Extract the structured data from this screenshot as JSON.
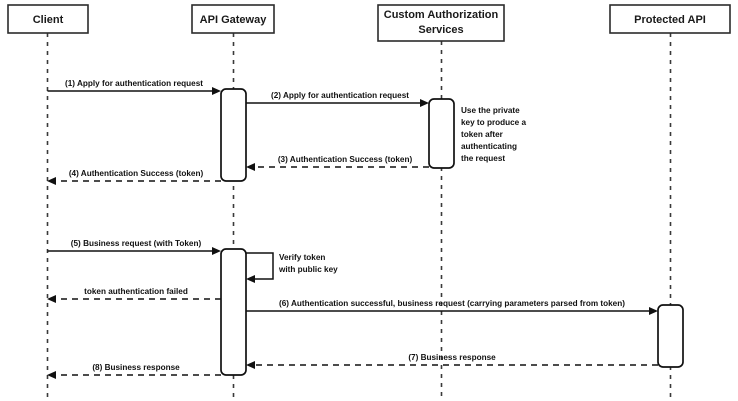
{
  "diagram": {
    "title": "API Gateway token authentication sequence",
    "type": "uml-sequence-diagram",
    "background_color": "#ffffff",
    "line_color": "#111111"
  },
  "participants": [
    {
      "id": "client",
      "label": "Client"
    },
    {
      "id": "api_gateway",
      "label": "API Gateway"
    },
    {
      "id": "custom_auth",
      "label": "Custom Authorization\nServices",
      "line1": "Custom Authorization",
      "line2": "Services"
    },
    {
      "id": "protected_api",
      "label": "Protected API"
    }
  ],
  "messages": [
    {
      "seq": "1",
      "label": "(1) Apply for authentication request",
      "from": "client",
      "to": "api_gateway",
      "style": "solid",
      "direction": "right"
    },
    {
      "seq": "2",
      "label": "(2) Apply for authentication request",
      "from": "api_gateway",
      "to": "custom_auth",
      "style": "solid",
      "direction": "right"
    },
    {
      "seq": "3",
      "label": "(3) Authentication Success (token)",
      "from": "custom_auth",
      "to": "api_gateway",
      "style": "dashed",
      "direction": "left"
    },
    {
      "seq": "4",
      "label": "(4) Authentication Success (token)",
      "from": "api_gateway",
      "to": "client",
      "style": "dashed",
      "direction": "left"
    },
    {
      "seq": "5",
      "label": "(5) Business request (with Token)",
      "from": "client",
      "to": "api_gateway",
      "style": "solid",
      "direction": "right"
    },
    {
      "seq": "self",
      "label": "Verify token with public key",
      "line1": "Verify token",
      "line2": "with public key",
      "from": "api_gateway",
      "to": "api_gateway",
      "style": "solid",
      "direction": "self"
    },
    {
      "seq": "fail",
      "label": "token authentication failed",
      "from": "api_gateway",
      "to": "client",
      "style": "dashed",
      "direction": "left"
    },
    {
      "seq": "6",
      "label": "(6) Authentication successful, business request (carrying parameters parsed from token)",
      "from": "api_gateway",
      "to": "protected_api",
      "style": "solid",
      "direction": "right"
    },
    {
      "seq": "7",
      "label": "(7) Business response",
      "from": "protected_api",
      "to": "api_gateway",
      "style": "dashed",
      "direction": "left"
    },
    {
      "seq": "8",
      "label": "(8) Business response",
      "from": "api_gateway",
      "to": "client",
      "style": "dashed",
      "direction": "left"
    }
  ],
  "notes": [
    {
      "id": "private-key-note",
      "attached_to": "custom_auth",
      "text": "Use the private key to produce a token after authenticating the request",
      "lines": [
        "Use the private",
        "key to produce a",
        "token after",
        "authenticating",
        "the request"
      ]
    }
  ]
}
